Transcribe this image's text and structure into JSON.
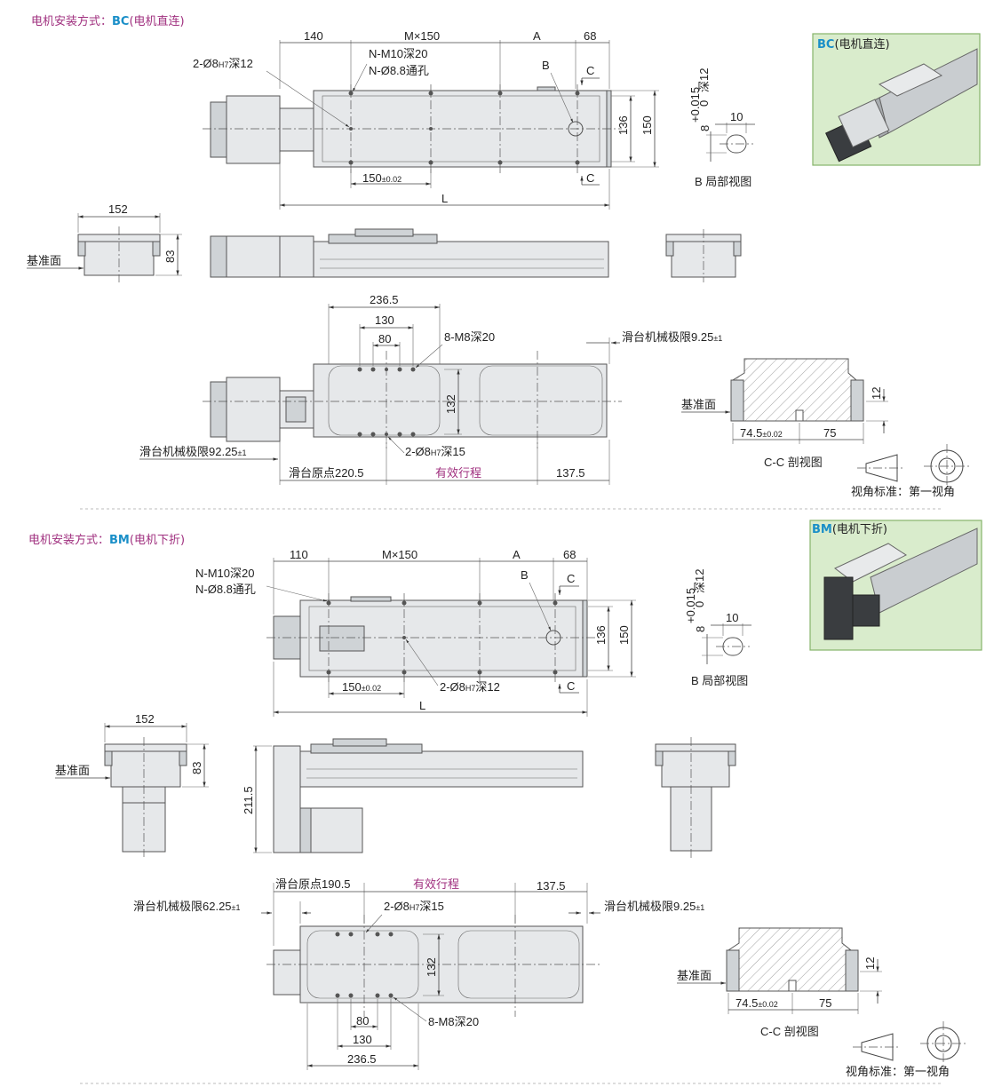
{
  "sections": [
    {
      "header_label": "电机安装方式：",
      "header_code": "BC",
      "header_suffix": "(电机直连)",
      "inset_code": "BC",
      "inset_suffix": "(电机直连)",
      "top_view": {
        "dim_140": "140",
        "dim_m150": "M×150",
        "dim_a": "A",
        "dim_68": "68",
        "hole_note": "2-Ø8",
        "hole_tol": "H7",
        "hole_depth": "深12",
        "tap_note_1": "N-M10深20",
        "tap_note_2": "N-Ø8.8通孔",
        "label_b": "B",
        "label_c_top": "C",
        "label_c_bot": "C",
        "dim_136": "136",
        "dim_150_h": "150",
        "dim_150_pitch": "150",
        "dim_150_tol": "±0.02",
        "dim_l": "L"
      },
      "b_view": {
        "dim_8": "8",
        "tol_plus": "+0.015",
        "tol_zero": "0",
        "depth": "深12",
        "dim_10": "10",
        "caption": "B 局部视图"
      },
      "side_views": {
        "dim_152": "152",
        "dim_83": "83",
        "datum": "基准面"
      },
      "bottom_view": {
        "dim_236_5": "236.5",
        "dim_130": "130",
        "dim_80": "80",
        "tap_note": "8-M8深20",
        "stroke_limit_right": "滑台机械极限9.25",
        "stroke_limit_right_tol": "±1",
        "dim_132": "132",
        "stroke_limit_left": "滑台机械极限92.25",
        "stroke_limit_left_tol": "±1",
        "pin_note": "2-Ø8",
        "pin_tol": "H7",
        "pin_depth": "深15",
        "origin": "滑台原点220.5",
        "effective": "有效行程",
        "dim_137_5": "137.5"
      },
      "section_view": {
        "datum": "基准面",
        "dim_12": "12",
        "dim_74_5": "74.5",
        "dim_74_5_tol": "±0.02",
        "dim_75": "75",
        "caption": "C-C 剖视图",
        "projection": "视角标准：第一视角"
      }
    },
    {
      "header_label": "电机安装方式：",
      "header_code": "BM",
      "header_suffix": "(电机下折)",
      "inset_code": "BM",
      "inset_suffix": "(电机下折)",
      "top_view": {
        "dim_110": "110",
        "dim_m150": "M×150",
        "dim_a": "A",
        "dim_68": "68",
        "tap_note_1": "N-M10深20",
        "tap_note_2": "N-Ø8.8通孔",
        "label_b": "B",
        "label_c_top": "C",
        "label_c_bot": "C",
        "dim_136": "136",
        "dim_150_h": "150",
        "dim_150_pitch": "150",
        "dim_150_tol": "±0.02",
        "hole_note": "2-Ø8",
        "hole_tol": "H7",
        "hole_depth": "深12",
        "dim_l": "L"
      },
      "b_view": {
        "dim_8": "8",
        "tol_plus": "+0.015",
        "tol_zero": "0",
        "depth": "深12",
        "dim_10": "10",
        "caption": "B 局部视图"
      },
      "side_views": {
        "dim_152": "152",
        "dim_83": "83",
        "datum": "基准面",
        "dim_211_5": "211.5"
      },
      "bottom_view": {
        "origin": "滑台原点190.5",
        "effective": "有效行程",
        "dim_137_5": "137.5",
        "stroke_limit_left": "滑台机械极限62.25",
        "stroke_limit_left_tol": "±1",
        "pin_note": "2-Ø8",
        "pin_tol": "H7",
        "pin_depth": "深15",
        "stroke_limit_right": "滑台机械极限9.25",
        "stroke_limit_right_tol": "±1",
        "dim_132": "132",
        "dim_80": "80",
        "tap_note": "8-M8深20",
        "dim_130": "130",
        "dim_236_5": "236.5"
      },
      "section_view": {
        "datum": "基准面",
        "dim_12": "12",
        "dim_74_5": "74.5",
        "dim_74_5_tol": "±0.02",
        "dim_75": "75",
        "caption": "C-C 剖视图",
        "projection": "视角标准：第一视角"
      }
    }
  ],
  "colors": {
    "header_label": "#a0307f",
    "code_blue": "#1a8fc8",
    "effective_stroke": "#a0307f",
    "inset_bg": "#d9eccc",
    "inset_border": "#86b36a"
  }
}
